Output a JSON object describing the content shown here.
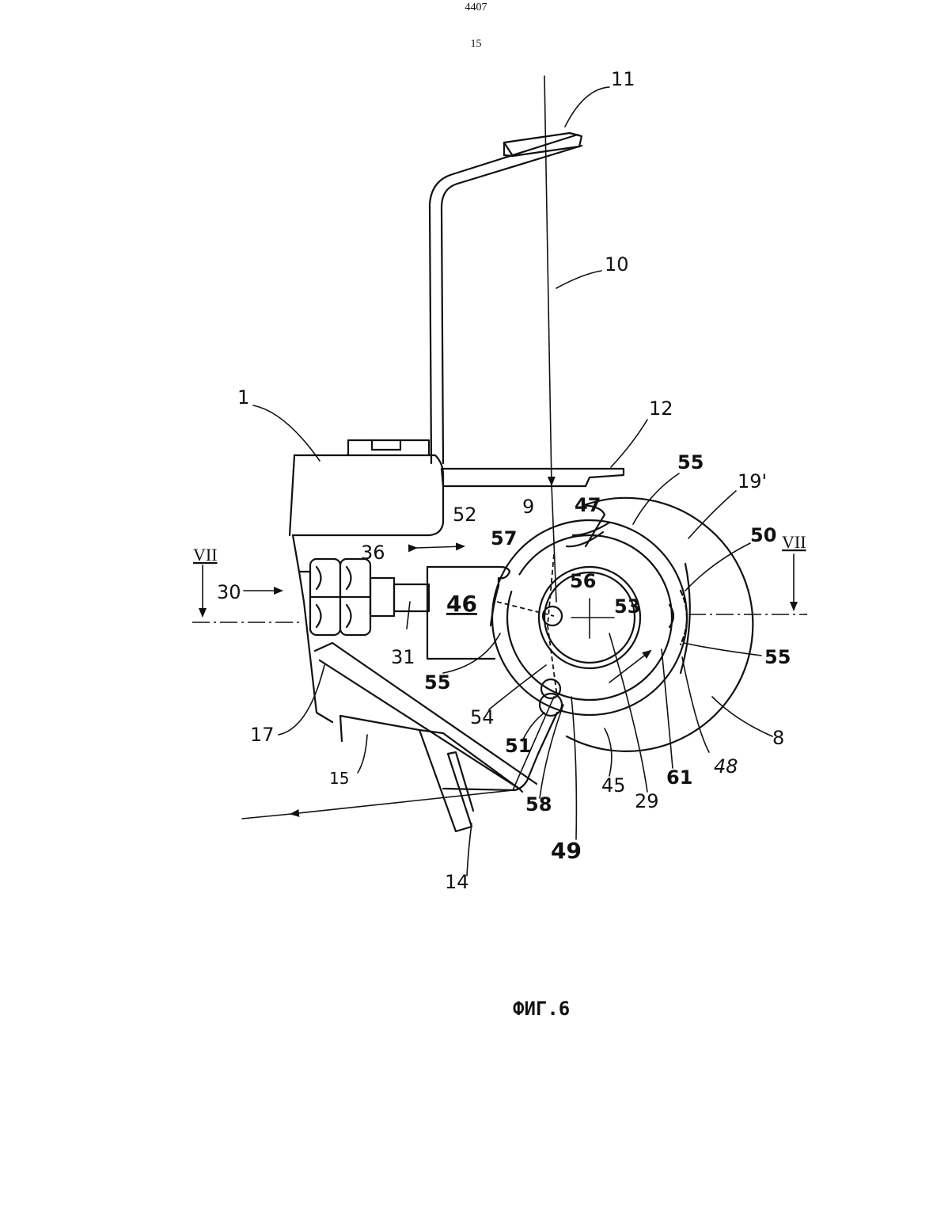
{
  "header": {
    "doc_number": "4407",
    "page_number": "15"
  },
  "figure": {
    "caption": "ФИГ.6",
    "section_marks": [
      "VII",
      "VII"
    ],
    "labels": {
      "l11": "11",
      "l10": "10",
      "l12": "12",
      "l1": "1",
      "l52": "52",
      "l47": "47",
      "l9": "9",
      "l55a": "55",
      "l55b": "55",
      "l55c": "55",
      "l19": "19'",
      "l50": "50",
      "l57": "57",
      "l36": "36",
      "l30": "30",
      "l56": "56",
      "l53": "53",
      "l46": "46",
      "l31": "31",
      "l54": "54",
      "l17": "17",
      "l51": "51",
      "l45": "45",
      "l29": "29",
      "l61": "61",
      "l48": "48",
      "l8": "8",
      "l15": "15",
      "l58": "58",
      "l49": "49",
      "l14": "14"
    }
  }
}
